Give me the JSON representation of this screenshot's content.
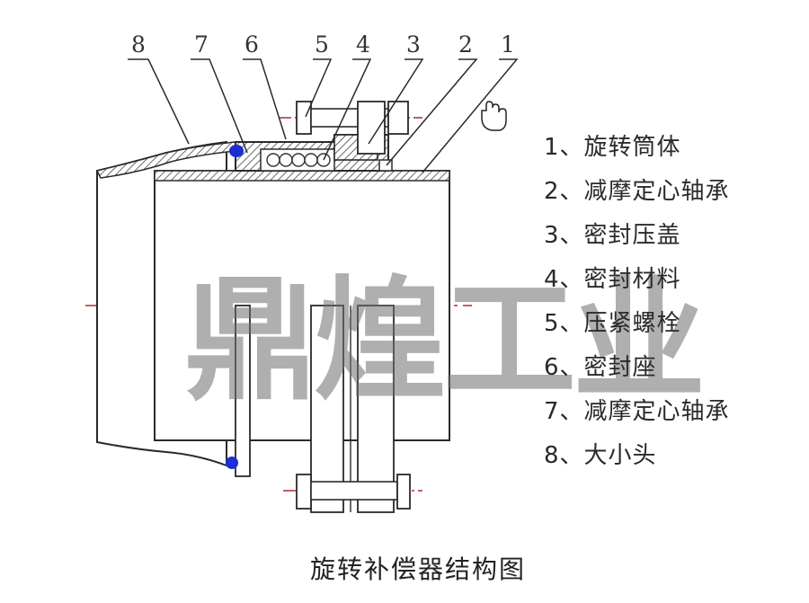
{
  "callouts": [
    "8",
    "7",
    "6",
    "5",
    "4",
    "3",
    "2",
    "1"
  ],
  "legend": [
    "1、旋转筒体",
    "2、减摩定心轴承",
    "3、密封压盖",
    "4、密封材料",
    "5、压紧螺栓",
    "6、密封座",
    "7、减摩定心轴承",
    "8、大小头"
  ],
  "watermark": "鼎煌工业",
  "caption": "旋转补偿器结构图",
  "colors": {
    "line": "#2a2a2a",
    "hatch": "#6a6a6a",
    "seal": "#1a2ed1",
    "centerline": "#b0282e"
  }
}
